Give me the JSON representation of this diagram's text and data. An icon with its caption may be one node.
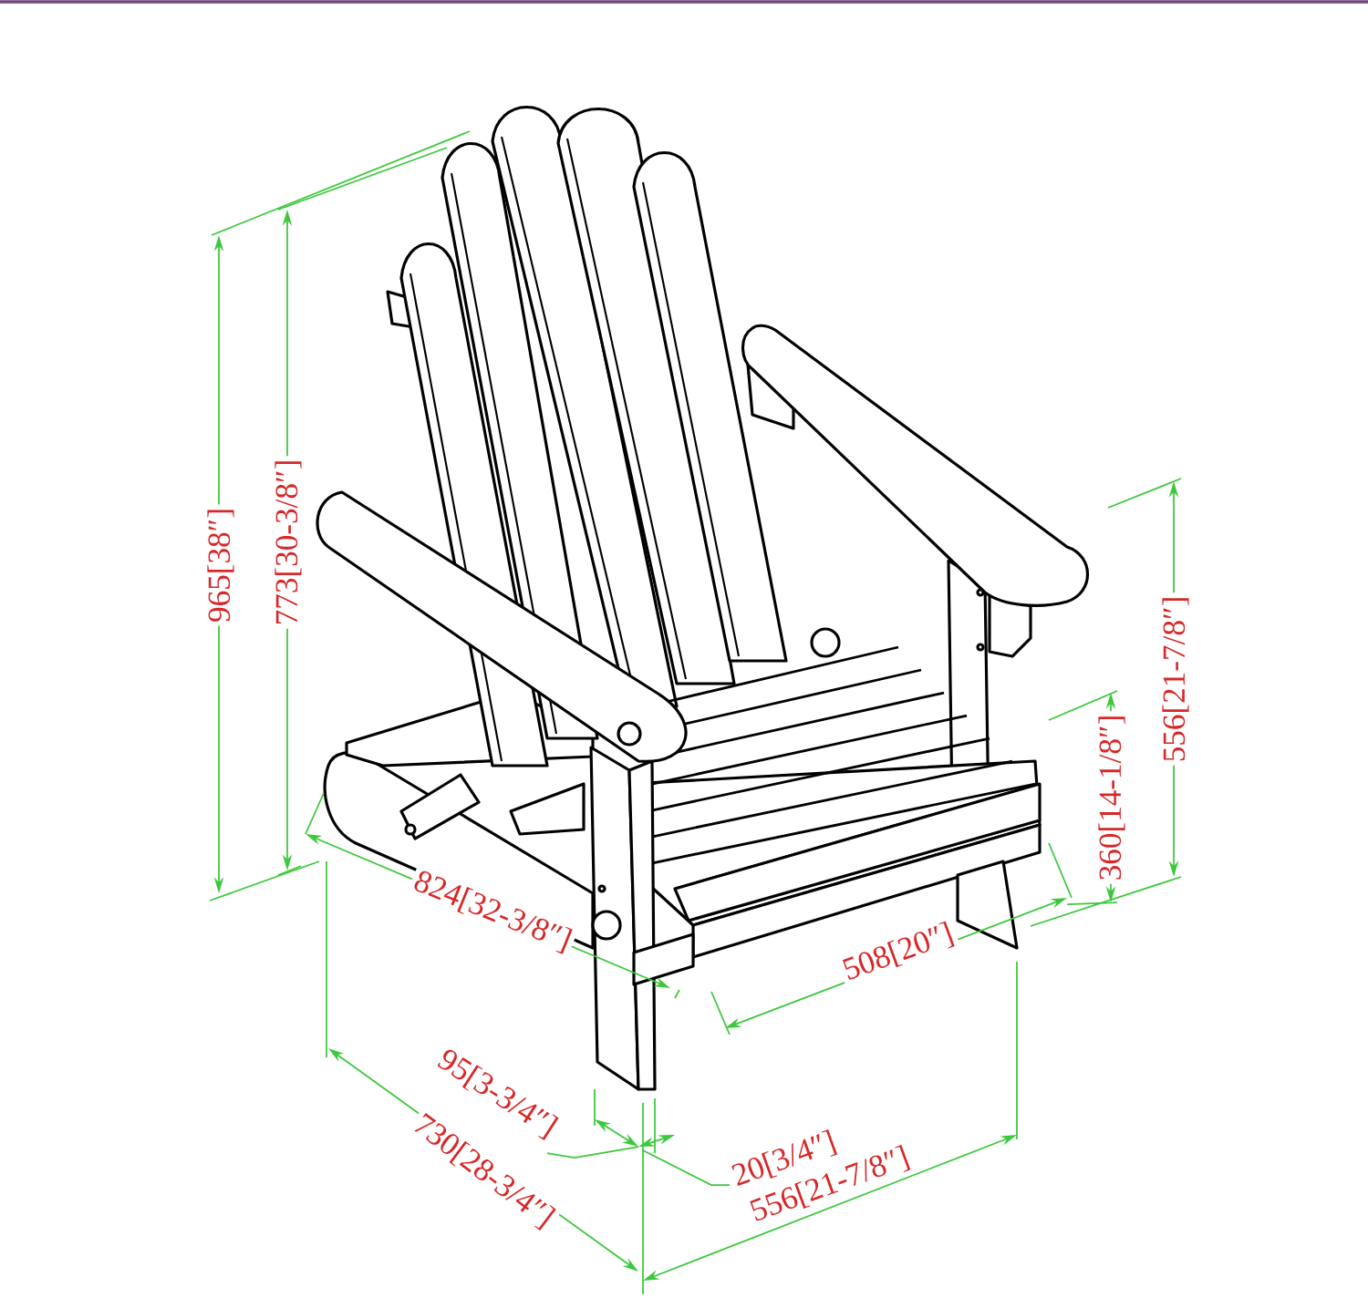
{
  "diagram": {
    "labels": [
      "965[38″]",
      "773[30-3/8″]",
      "556[21-7/8″]",
      "360[14-1/8″]",
      "824[32-3/8″]",
      "508[20″]",
      "95[3-3/4″]",
      "730[28-3/4″]",
      "20[3/4″]",
      "556[21-7/8″]"
    ]
  }
}
